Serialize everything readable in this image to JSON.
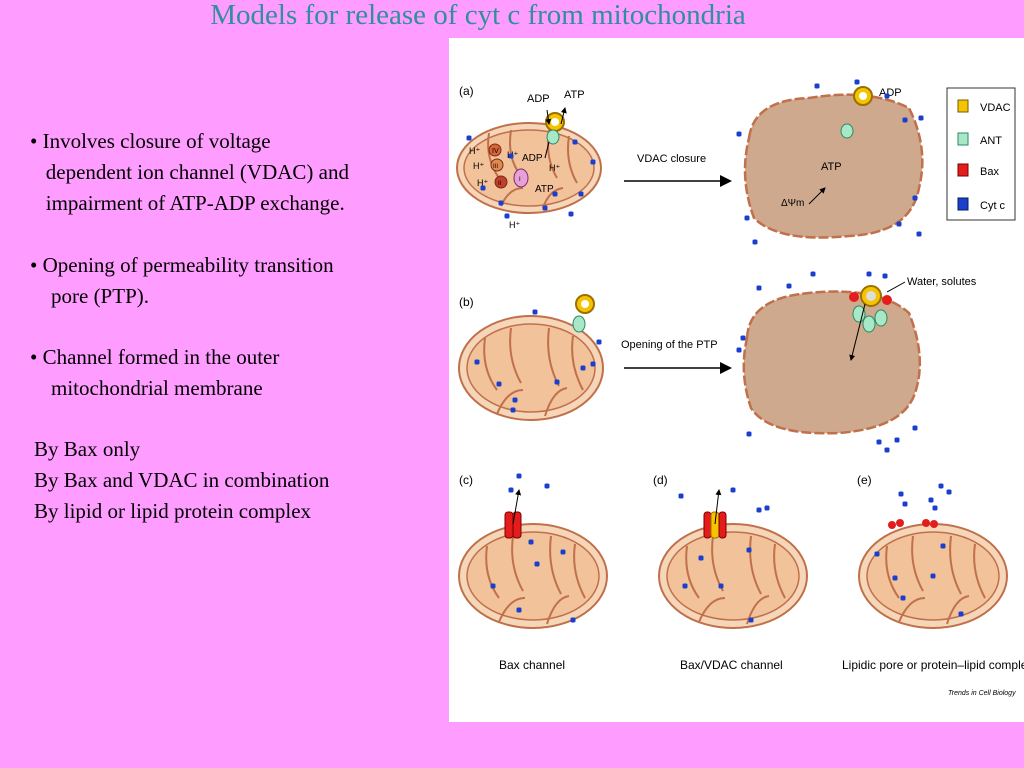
{
  "slide": {
    "title": "Models for release of cyt c from mitochondria",
    "bullets": [
      "• Involves closure of voltage",
      "   dependent ion channel (VDAC) and",
      "   impairment of ATP-ADP exchange.",
      "• Opening of permeability transition",
      "    pore (PTP).",
      "• Channel formed in the outer",
      "    mitochondrial membrane"
    ],
    "subitems": [
      "By Bax only",
      "By Bax and VDAC in combination",
      "By lipid or lipid protein complex"
    ]
  },
  "figure": {
    "panel_a": "(a)",
    "panel_b": "(b)",
    "panel_c": "(c)",
    "panel_d": "(d)",
    "panel_e": "(e)",
    "adp": "ADP",
    "atp": "ATP",
    "adp_right": "ADP",
    "atp_right": "ATP",
    "h_plus": "H⁺",
    "roman_iv": "IV",
    "roman_iii": "III",
    "roman_ii": "II",
    "roman_i": "I",
    "delta_psi": "ΔΨm",
    "vdac_closure": "VDAC closure",
    "opening_ptp": "Opening of the PTP",
    "water_solutes": "Water, solutes",
    "bax_channel": "Bax channel",
    "bax_vdac_channel": "Bax/VDAC channel",
    "lipidic_pore": "Lipidic pore or protein–lipid complex",
    "credit": "Trends in Cell Biology",
    "legend": [
      "VDAC",
      "ANT",
      "Bax",
      "Cyt c"
    ],
    "colors": {
      "vdac": "#f5c400",
      "ant": "#a8e8c8",
      "bax": "#e41c1c",
      "cytc": "#1a3fcc",
      "outer_membrane": "#f6d6b8",
      "matrix": "#f2c29a",
      "swollen_matrix": "#cfa98d"
    }
  }
}
